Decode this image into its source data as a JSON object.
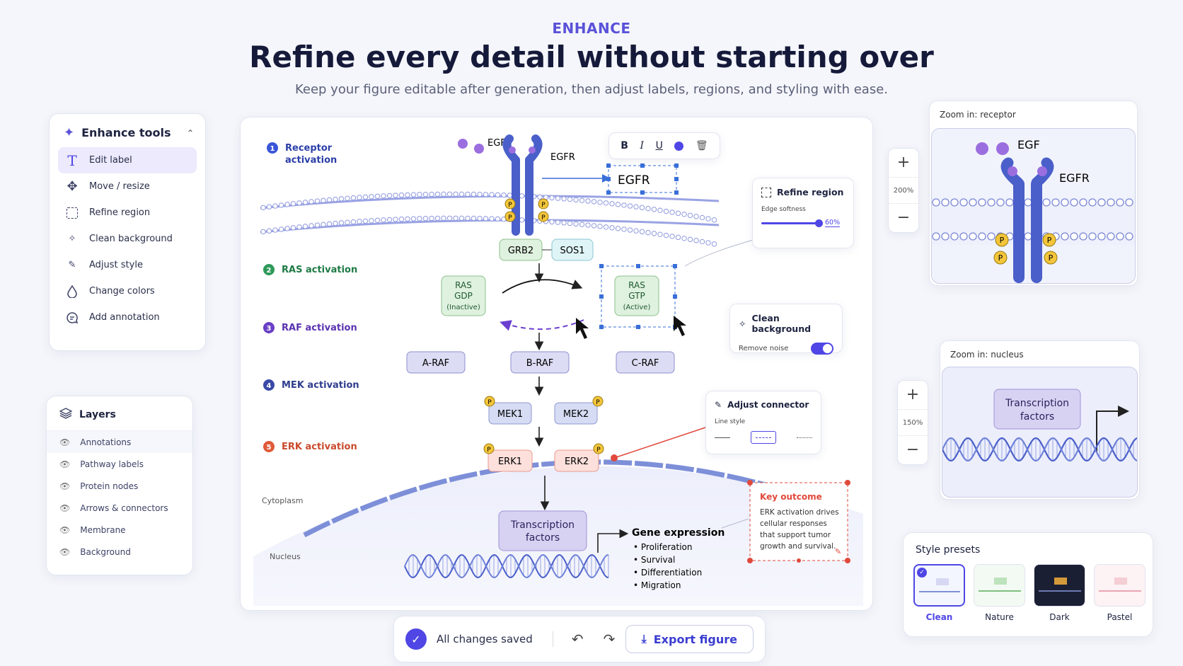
{
  "header": {
    "kicker": "ENHANCE",
    "title": "Refine every detail without starting over",
    "subtitle": "Keep your figure editable after generation, then adjust labels, regions, and styling with ease."
  },
  "tools": {
    "title": "Enhance tools",
    "items": [
      {
        "label": "Edit label",
        "icon": "text-icon"
      },
      {
        "label": "Move / resize",
        "icon": "move-icon"
      },
      {
        "label": "Refine region",
        "icon": "region-icon"
      },
      {
        "label": "Clean background",
        "icon": "sparkle-icon"
      },
      {
        "label": "Adjust style",
        "icon": "brush-icon"
      },
      {
        "label": "Change colors",
        "icon": "drop-icon"
      },
      {
        "label": "Add annotation",
        "icon": "comment-icon"
      }
    ]
  },
  "layers": {
    "title": "Layers",
    "items": [
      "Annotations",
      "Pathway labels",
      "Protein nodes",
      "Arrows & connectors",
      "Membrane",
      "Background"
    ]
  },
  "diagram": {
    "steps": [
      {
        "num": "1",
        "label": "Receptor",
        "label2": "activation"
      },
      {
        "num": "2",
        "label": "RAS activation"
      },
      {
        "num": "3",
        "label": "RAF activation"
      },
      {
        "num": "4",
        "label": "MEK activation"
      },
      {
        "num": "5",
        "label": "ERK activation"
      }
    ],
    "egf": "EGF",
    "egfr": "EGFR",
    "egfr_edit": "EGFR",
    "p": "P",
    "grb2": "GRB2",
    "sos1": "SOS1",
    "ras_gdp": [
      "RAS",
      "GDP",
      "(Inactive)"
    ],
    "ras_gtp": [
      "RAS",
      "GTP",
      "(Active)"
    ],
    "araf": "A-RAF",
    "braf": "B-RAF",
    "craf": "C-RAF",
    "mek1": "MEK1",
    "mek2": "MEK2",
    "erk1": "ERK1",
    "erk2": "ERK2",
    "cytoplasm": "Cytoplasm",
    "nucleus": "Nucleus",
    "tf": [
      "Transcription",
      "factors"
    ],
    "gene_title": "Gene expression",
    "gene_items": [
      "Proliferation",
      "Survival",
      "Differentiation",
      "Migration"
    ]
  },
  "format_toolbar": {
    "bold": "B",
    "italic": "I",
    "underline": "U"
  },
  "refine": {
    "title": "Refine region",
    "label": "Edge softness",
    "value": "60%",
    "level": 0.6
  },
  "clean": {
    "title": "Clean background",
    "label": "Remove noise",
    "enabled": true
  },
  "connector": {
    "title": "Adjust connector",
    "label": "Line style"
  },
  "outcome": {
    "title": "Key outcome",
    "text": [
      "ERK activation drives",
      "cellular responses",
      "that support tumor",
      "growth and survival."
    ]
  },
  "zoom_receptor": {
    "title": "Zoom in: receptor",
    "level": "200%",
    "egf": "EGF",
    "egfr": "EGFR"
  },
  "zoom_nucleus": {
    "title": "Zoom in: nucleus",
    "level": "150%",
    "tf": [
      "Transcription",
      "factors"
    ]
  },
  "presets": {
    "title": "Style presets",
    "items": [
      "Clean",
      "Nature",
      "Dark",
      "Pastel"
    ],
    "selected": "Clean"
  },
  "bottom": {
    "status": "All changes saved",
    "export": "Export figure"
  },
  "colors": {
    "accent": "#4f46e5",
    "protein": "#d6d8f3",
    "ras": "#dff1df",
    "erk": "#fde0dc",
    "outcome": "#e0493b"
  }
}
